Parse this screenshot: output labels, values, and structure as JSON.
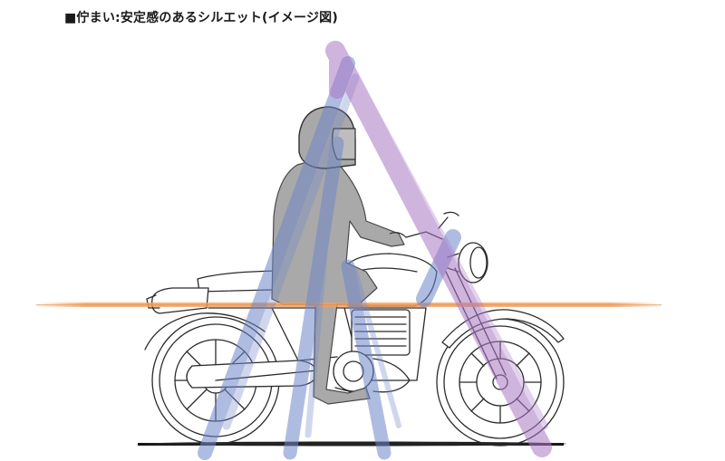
{
  "title": "■佇まい:安定感のあるシルエット(イメージ図)",
  "colors": {
    "background": "#ffffff",
    "outline": "#2b2b2b",
    "rider_fill": "#a9a9a9",
    "blue_stroke": "#6f87c9",
    "purple_stroke": "#a978c4",
    "orange_line": "#f0a060",
    "ground": "#111111"
  },
  "icons": {
    "rider": "rider-illustration",
    "motorcycle": "motorcycle-illustration"
  }
}
